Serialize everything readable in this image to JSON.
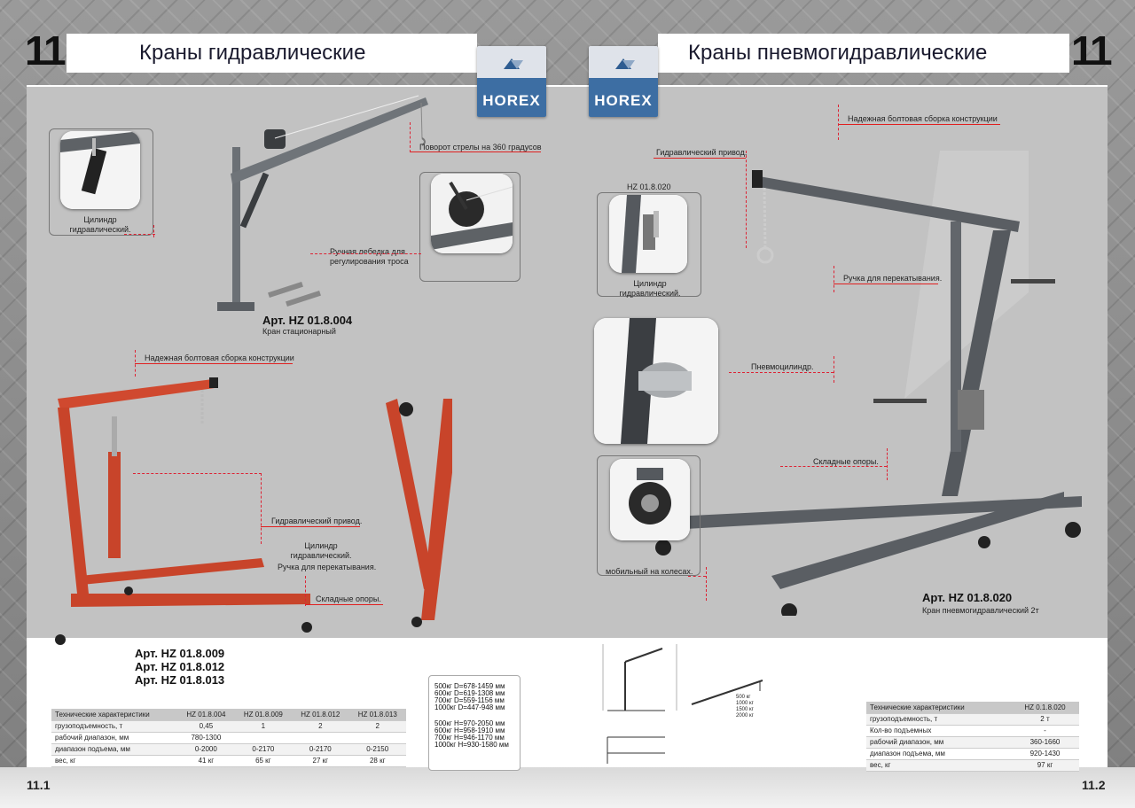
{
  "header": {
    "chapter_left": "11",
    "chapter_right": "11",
    "title_left": "Краны гидравлические",
    "title_right": "Краны пневмогидравлические",
    "logo_text": "HOREX"
  },
  "left": {
    "callouts": {
      "boom_rotation": "Поворот стрелы на 360 градусов",
      "cylinder_hyd_1": "Цилиндр\nгидравлический.",
      "winch": "Ручная лебедка для\nрегулирования троса",
      "bolted_assembly": "Надежная болтовая сборка конструкции",
      "hyd_drive": "Гидравлический привод.",
      "cylinder_hyd_2": "Цилиндр\nгидравлический.",
      "rolling_handle": "Ручка для перекатывания.",
      "folding_legs": "Складные опоры."
    },
    "article_stationary": "Арт.  HZ 01.8.004",
    "article_stationary_sub": "Кран стационарный",
    "articles_red": [
      "Арт.  HZ 01.8.009",
      "Арт.  HZ 01.8.012",
      "Арт.  HZ 01.8.013"
    ],
    "spec_table": {
      "headers": [
        "Технические характеристики",
        "HZ 01.8.004",
        "HZ 01.8.009",
        "HZ 01.8.012",
        "HZ 01.8.013"
      ],
      "rows": [
        [
          "грузоподъемность, т",
          "0,45",
          "1",
          "2",
          "2"
        ],
        [
          "рабочий диапазон, мм",
          "780-1300",
          "",
          "",
          ""
        ],
        [
          "диапазон подъема, мм",
          "0-2000",
          "0-2170",
          "0-2170",
          "0-2150"
        ],
        [
          "вес, кг",
          "41 кг",
          "65 кг",
          "27 кг",
          "28 кг"
        ]
      ]
    },
    "page_num": "11.1"
  },
  "right": {
    "callouts": {
      "bolted_assembly": "Надежная болтовая сборка конструкции",
      "hyd_drive": "Гидравлический привод.",
      "model_label": "HZ 01.8.020",
      "cylinder_hyd": "Цилиндр\nгидравлический.",
      "rolling_handle": "Ручка для перекатывания.",
      "pneumo_cylinder": "Пневмоцилиндр.",
      "folding_legs": "Складные опоры.",
      "mobile_wheels": "мобильный на колесах."
    },
    "article": "Арт.  HZ 01.8.020",
    "article_sub": "Кран пневмогидравлический 2т",
    "dims": {
      "d_lines": [
        "500кг D=678-1459 мм",
        "600кг D=619-1308 мм",
        "700кг D=559-1156 мм",
        "1000кг D=447-948 мм"
      ],
      "h_lines": [
        "500кг H=970-2050 мм",
        "600кг H=958-1910 мм",
        "700кг H=946-1170 мм",
        "1000кг H=930-1580 мм"
      ]
    },
    "boom_load_labels": [
      "500 кг",
      "1000 кг",
      "1500 кг",
      "2000 кг"
    ],
    "spec_table": {
      "headers": [
        "Технические характеристики",
        "HZ 0.1.8.020"
      ],
      "rows": [
        [
          "грузоподъемность, т",
          "2 т"
        ],
        [
          "Кол-во подъемных",
          "-"
        ],
        [
          "рабочий диапазон, мм",
          "360-1660"
        ],
        [
          "диапазон подъема, мм",
          "920-1430"
        ],
        [
          "вес, кг",
          "97 кг"
        ]
      ]
    },
    "page_num": "11.2"
  },
  "colors": {
    "accent_red": "#e02020",
    "crane_red": "#d0492f",
    "crane_gray": "#5a5e63",
    "logo_blue": "#3d6ea3"
  }
}
